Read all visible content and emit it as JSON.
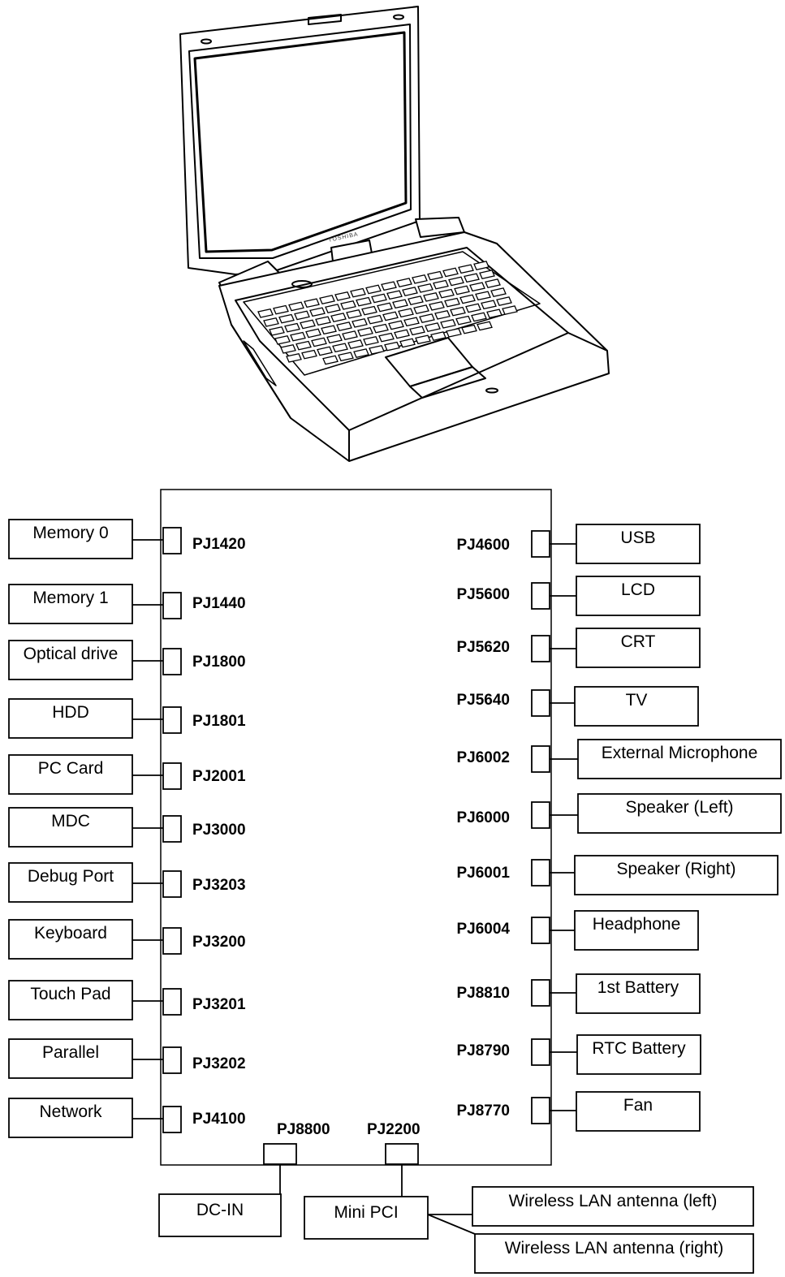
{
  "illustration": {
    "brand_label": "TOSHIBA",
    "icon": "laptop-illustration"
  },
  "board": {
    "left_connectors": [
      {
        "component": "Memory 0",
        "connector": "PJ1420"
      },
      {
        "component": "Memory 1",
        "connector": "PJ1440"
      },
      {
        "component": "Optical drive",
        "connector": "PJ1800"
      },
      {
        "component": "HDD",
        "connector": "PJ1801"
      },
      {
        "component": "PC Card",
        "connector": "PJ2001"
      },
      {
        "component": "MDC",
        "connector": "PJ3000"
      },
      {
        "component": "Debug Port",
        "connector": "PJ3203"
      },
      {
        "component": "Keyboard",
        "connector": "PJ3200"
      },
      {
        "component": "Touch Pad",
        "connector": "PJ3201"
      },
      {
        "component": "Parallel",
        "connector": "PJ3202"
      },
      {
        "component": "Network",
        "connector": "PJ4100"
      }
    ],
    "right_connectors": [
      {
        "component": "USB",
        "connector": "PJ4600"
      },
      {
        "component": "LCD",
        "connector": "PJ5600"
      },
      {
        "component": "CRT",
        "connector": "PJ5620"
      },
      {
        "component": "TV",
        "connector": "PJ5640"
      },
      {
        "component": "External Microphone",
        "connector": "PJ6002"
      },
      {
        "component": "Speaker (Left)",
        "connector": "PJ6000"
      },
      {
        "component": "Speaker (Right)",
        "connector": "PJ6001"
      },
      {
        "component": "Headphone",
        "connector": "PJ6004"
      },
      {
        "component": "1st Battery",
        "connector": "PJ8810"
      },
      {
        "component": "RTC Battery",
        "connector": "PJ8790"
      },
      {
        "component": "Fan",
        "connector": "PJ8770"
      }
    ],
    "bottom_connectors": [
      {
        "component": "DC-IN",
        "connector": "PJ8800"
      },
      {
        "component": "Mini PCI",
        "connector": "PJ2200"
      }
    ],
    "antennas": [
      {
        "label": "Wireless LAN antenna (left)"
      },
      {
        "label": "Wireless LAN antenna (right)"
      }
    ]
  }
}
